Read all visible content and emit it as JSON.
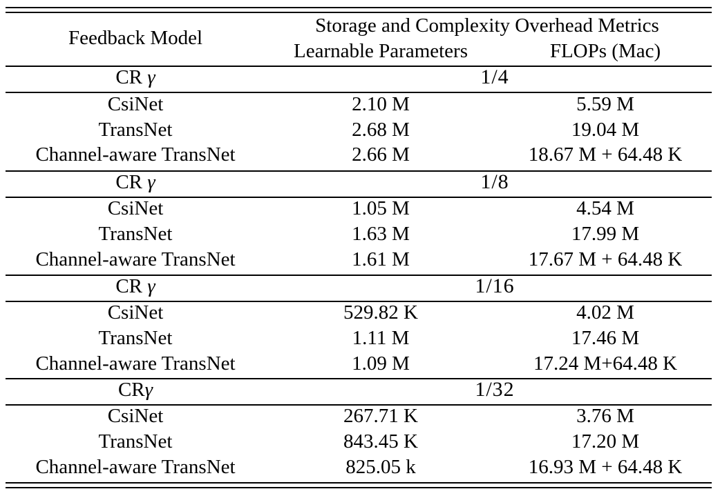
{
  "table": {
    "header": {
      "model_label": "Feedback Model",
      "group_label": "Storage and Complexity Overhead Metrics",
      "param_label": "Learnable Parameters",
      "flops_label": "FLOPs (Mac)"
    },
    "sections": [
      {
        "cr_label": "CR ",
        "cr_symbol": "γ",
        "ratio": "1/4",
        "rows": [
          {
            "model": "CsiNet",
            "params": "2.10 M",
            "flops": "5.59 M"
          },
          {
            "model": "TransNet",
            "params": "2.68 M",
            "flops": "19.04 M"
          },
          {
            "model": "Channel-aware TransNet",
            "params": "2.66 M",
            "flops": "18.67 M + 64.48 K"
          }
        ]
      },
      {
        "cr_label": "CR ",
        "cr_symbol": "γ",
        "ratio": "1/8",
        "rows": [
          {
            "model": "CsiNet",
            "params": "1.05 M",
            "flops": "4.54 M"
          },
          {
            "model": "TransNet",
            "params": "1.63 M",
            "flops": "17.99 M"
          },
          {
            "model": "Channel-aware TransNet",
            "params": "1.61 M",
            "flops": "17.67 M + 64.48 K"
          }
        ]
      },
      {
        "cr_label": "CR ",
        "cr_symbol": "γ",
        "ratio": "1/16",
        "rows": [
          {
            "model": "CsiNet",
            "params": "529.82 K",
            "flops": "4.02 M"
          },
          {
            "model": "TransNet",
            "params": "1.11 M",
            "flops": "17.46 M"
          },
          {
            "model": "Channel-aware TransNet",
            "params": "1.09 M",
            "flops": "17.24 M+64.48 K"
          }
        ]
      },
      {
        "cr_label": "CR",
        "cr_symbol": "γ",
        "ratio": "1/32",
        "rows": [
          {
            "model": "CsiNet",
            "params": "267.71 K",
            "flops": "3.76 M"
          },
          {
            "model": "TransNet",
            "params": "843.45 K",
            "flops": "17.20 M"
          },
          {
            "model": "Channel-aware TransNet",
            "params": "825.05 k",
            "flops": "16.93 M + 64.48 K"
          }
        ]
      }
    ]
  }
}
